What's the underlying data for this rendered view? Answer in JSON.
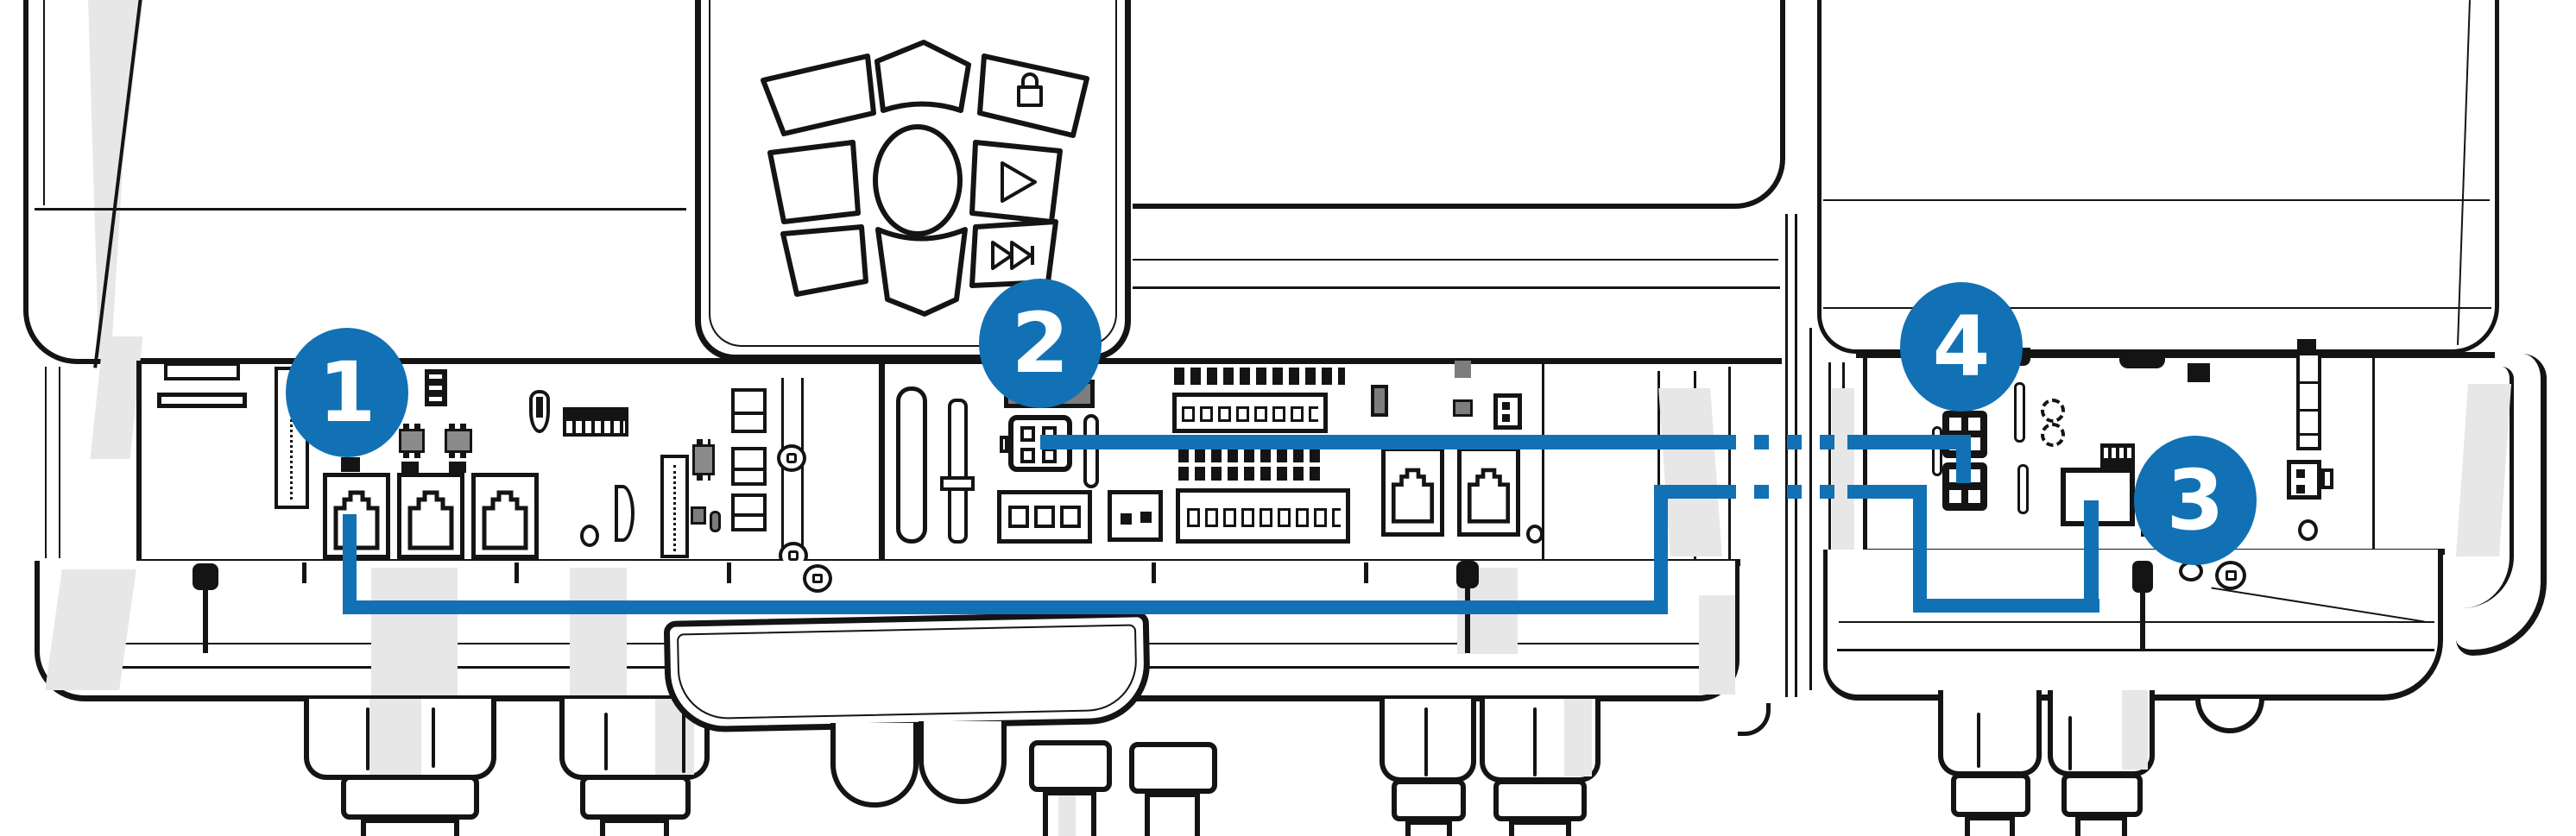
{
  "figure": {
    "callouts": [
      {
        "label": "1"
      },
      {
        "label": "2"
      },
      {
        "label": "3"
      },
      {
        "label": "4"
      }
    ],
    "colors": {
      "accent_blue": "#1171b4",
      "line_black": "#141414",
      "shade_light": "#e7e7e7",
      "shade_mid": "#d8d8d8",
      "component_gray": "#7d7d7d",
      "background": "#ffffff"
    }
  }
}
